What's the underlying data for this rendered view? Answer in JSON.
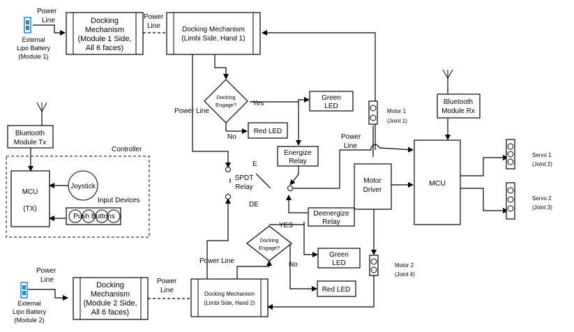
{
  "nodes": {
    "battery1": {
      "lines": [
        "External",
        "Lipo Battery",
        "(Module 1)"
      ]
    },
    "battery2": {
      "lines": [
        "External",
        "Lipo Battery",
        "(Module 2)"
      ]
    },
    "dock_m1": {
      "lines": [
        "Docking",
        "Mechanism",
        "(Module 1 Side,",
        "All 6 faces)"
      ]
    },
    "dock_m2": {
      "lines": [
        "Docking",
        "Mechanism",
        "(Module 2 Side,",
        "All 6 faces)"
      ]
    },
    "dock_limbi1": {
      "lines": [
        "Docking Mechanism",
        "(Limbi Side, Hand 1)"
      ]
    },
    "dock_limbi2": {
      "lines": [
        "Docking Mechanism",
        "(Limbi Side, Hand 2)"
      ]
    },
    "decision1": {
      "lines": [
        "Docking",
        "Engage?"
      ]
    },
    "decision2": {
      "lines": [
        "Docking",
        "Engage?"
      ]
    },
    "green_led1": {
      "lines": [
        "Green",
        "LED"
      ]
    },
    "green_led2": {
      "lines": [
        "Green",
        "LED"
      ]
    },
    "red_led1": {
      "lines": [
        "Red LED"
      ]
    },
    "red_led2": {
      "lines": [
        "Red LED"
      ]
    },
    "energize_relay": {
      "lines": [
        "Energize",
        "Relay"
      ]
    },
    "deenergize_relay": {
      "lines": [
        "Deenergize",
        "Relay"
      ]
    },
    "spdt_relay": {
      "lines": [
        "SPDT",
        "Relay"
      ]
    },
    "motor_driver": {
      "lines": [
        "Motor",
        "Driver"
      ]
    },
    "mcu_main": {
      "lines": [
        "MCU"
      ]
    },
    "bt_rx": {
      "lines": [
        "Bluetooth",
        "Module Rx"
      ]
    },
    "bt_tx": {
      "lines": [
        "Bluetooth",
        "Module Tx"
      ]
    },
    "mcu_tx": {
      "lines": [
        "MCU",
        "(TX)"
      ]
    },
    "joystick": {
      "lines": [
        "Joystick"
      ]
    },
    "push_buttons": {
      "lines": [
        "Push Buttons"
      ]
    },
    "input_devices": {
      "lines": [
        "Input Devices"
      ]
    },
    "controller": {
      "lines": [
        "Controller"
      ]
    },
    "motor1": {
      "lines": [
        "Motor 1",
        "(Joint 1)"
      ]
    },
    "motor2": {
      "lines": [
        "Motor 2",
        "(Joint 4)"
      ]
    },
    "servo1": {
      "lines": [
        "Servo 1",
        "(Joint 2)"
      ]
    },
    "servo2": {
      "lines": [
        "Servo 2",
        "(Joint 3)"
      ]
    }
  },
  "labels": {
    "power_line_1": [
      "Power",
      "Line"
    ],
    "power_line_2": [
      "Power",
      "Line"
    ],
    "power_line_3": [
      "Power Line"
    ],
    "power_line_4": [
      "Power",
      "Line"
    ],
    "power_line_5": [
      "Power Line"
    ],
    "power_line_6": [
      "Power",
      "Line"
    ],
    "power_line_7": [
      "Power",
      "Line"
    ],
    "yes_1": [
      "Yes"
    ],
    "no_1": [
      "No"
    ],
    "yes_2": [
      "YES"
    ],
    "no_2": [
      "No"
    ],
    "relay_e": [
      "E"
    ],
    "relay_de": [
      "DE"
    ]
  }
}
